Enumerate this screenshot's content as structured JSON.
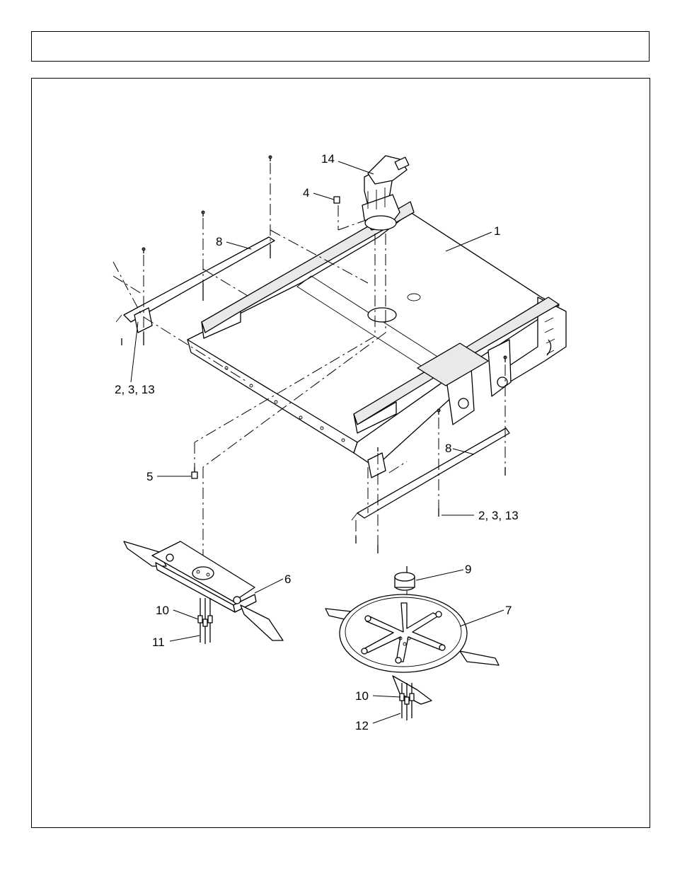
{
  "diagram": {
    "callouts": {
      "c14": "14",
      "c4": "4",
      "c1": "1",
      "c8a": "8",
      "c2a": "2, 3, 13",
      "c5": "5",
      "c8b": "8",
      "c2b": "2, 3, 13",
      "c6": "6",
      "c9": "9",
      "c7": "7",
      "c10a": "10",
      "c11": "11",
      "c10b": "10",
      "c12": "12"
    }
  }
}
